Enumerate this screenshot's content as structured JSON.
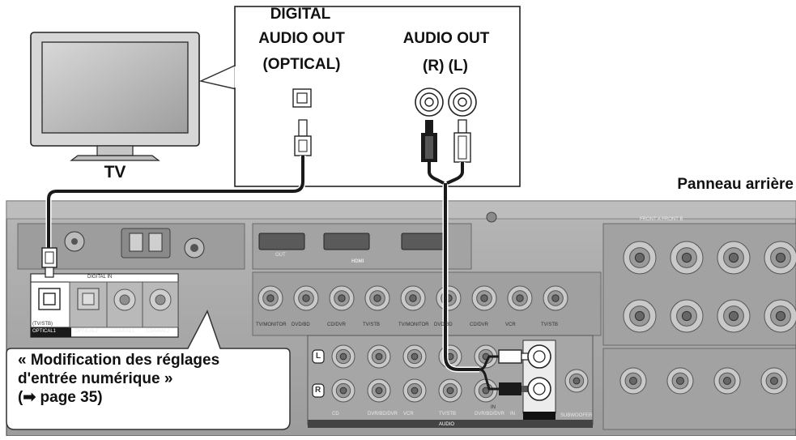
{
  "labels": {
    "tv": "TV",
    "digital_audio_out_line1": "DIGITAL",
    "digital_audio_out_line2": "AUDIO OUT",
    "digital_audio_out_line3": "(OPTICAL)",
    "audio_out_line1": "AUDIO OUT",
    "audio_out_line2": "(R) (L)",
    "rear_panel": "Panneau arrière"
  },
  "callout": {
    "line1": "« Modification des réglages",
    "line2": "d'entrée numérique »",
    "line3": "(➡ page 35)"
  },
  "panel": {
    "digital_in": "DIGITAL IN",
    "optical1_sub": "(TV/STB)",
    "optical1": "OPTICAL1",
    "optical2": "OPTICAL2",
    "coaxial1": "COAXIAL1",
    "coaxial2": "COAXIAL2",
    "hdmi": "HDMI",
    "hdmi_out": "OUT",
    "front_ab": "FRONT A FRONT B",
    "audio": "AUDIO",
    "in": "IN",
    "subwoofer": "SUBWOOFER",
    "jack_l": "L",
    "jack_r": "R",
    "row_labels": [
      "TV/MONITOR",
      "DVD/BD",
      "CD/DVR",
      "TV/STB",
      "TV/MONITOR",
      "DVD/BD",
      "CD/DVR",
      "VCR",
      "TV/STB"
    ],
    "bottom_row_labels": [
      "CD",
      "DVR/BD/DVR",
      "VCR",
      "TV/STB",
      "DVR/BD/DVR",
      "IN"
    ]
  },
  "colors": {
    "panel": "#a8a8a8",
    "panel_dark": "#7a7a7a",
    "cable": "#1a1a1a"
  }
}
